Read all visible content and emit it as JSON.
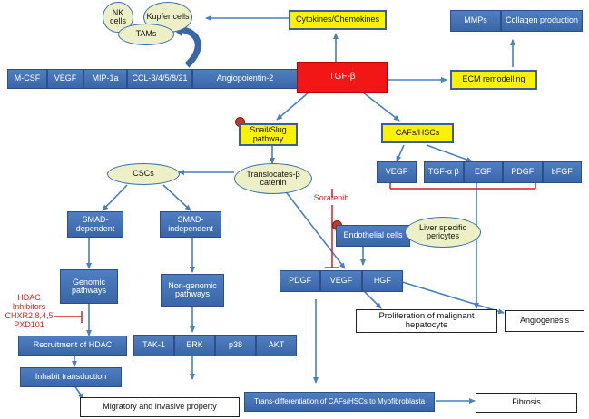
{
  "nodes": {
    "nk_cells": "NK cells",
    "kupfer_cells": "Kupfer cells",
    "tams": "TAMs",
    "cytokines": "Cytokines/Chemokines",
    "mmps": "MMPs",
    "collagen": "Collagen production",
    "tgf_beta": "TGF-β",
    "ecm": "ECM remodelling",
    "snail_slug": "Snail/Slug pathway",
    "cafs_hscs": "CAFs/HSCs",
    "cscs": "CSCs",
    "translocates": "Translocates-β catenin",
    "vegf_caf": "VEGF",
    "smad_dependent": "SMAD-dependent",
    "smad_independent": "SMAD-independent",
    "sorafenib": "Sorafenib",
    "endothelial": "Endothelial cells",
    "liver_pericytes": "Liver specific pericytes",
    "genomic": "Genomic pathways",
    "non_genomic": "Non-genomic pathways",
    "hdac_inhibitors": "HDAC Inhibitors CHXR2,8,4,5 PXD101",
    "recruitment_hdac": "Recruitment of HDAC",
    "inhabit_transduction": "Inhabit transduction",
    "migratory": "Migratory and invasive property",
    "proliferation": "Proliferation of malignant hepatocyte",
    "angiogenesis": "Angiogenesis",
    "trans_diff": "Trans-differentiation of CAFs/HSCs to Myofibroblasta",
    "fibrosis": "Fibrosis"
  },
  "rows": {
    "cytokine_row": [
      "M-CSF",
      "VEGF",
      "MIP-1a",
      "CCL-3/4/5/8/21",
      "Angiopoientin-2"
    ],
    "growth_row": [
      "TGF-α β",
      "EGF",
      "PDGF",
      "bFGF"
    ],
    "pdgf_row": [
      "PDGF",
      "VEGF",
      "HGF"
    ],
    "kinase_row": [
      "TAK-1",
      "ERK",
      "p38",
      "AKT"
    ]
  },
  "colors": {
    "box_blue": "#4a78bd",
    "highlight_yellow": "#fbf203",
    "tgf_red": "#f21616",
    "oval_fill": "#edf0c6",
    "inhibitor_red": "#d22222",
    "arrow_blue": "#4a7fc0"
  }
}
